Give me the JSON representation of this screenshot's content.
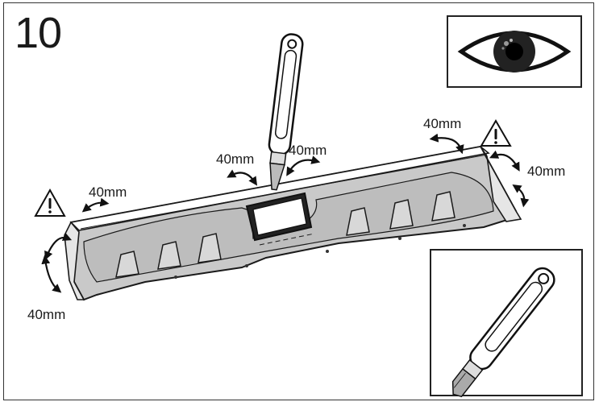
{
  "step": {
    "number": "10"
  },
  "measurements": {
    "left_top": "40mm",
    "left_side": "40mm",
    "center_left": "40mm",
    "center_right": "40mm",
    "right_top": "40mm",
    "right_side": "40mm"
  },
  "icons": {
    "eye": "eye-icon",
    "warning": "warning-icon",
    "knife": "utility-knife-icon",
    "arrow": "curved-arrow-icon"
  },
  "colors": {
    "panel_fill": "#c8c8c8",
    "panel_dark": "#8a8a8a",
    "line": "#1a1a1a",
    "background": "#ffffff"
  }
}
